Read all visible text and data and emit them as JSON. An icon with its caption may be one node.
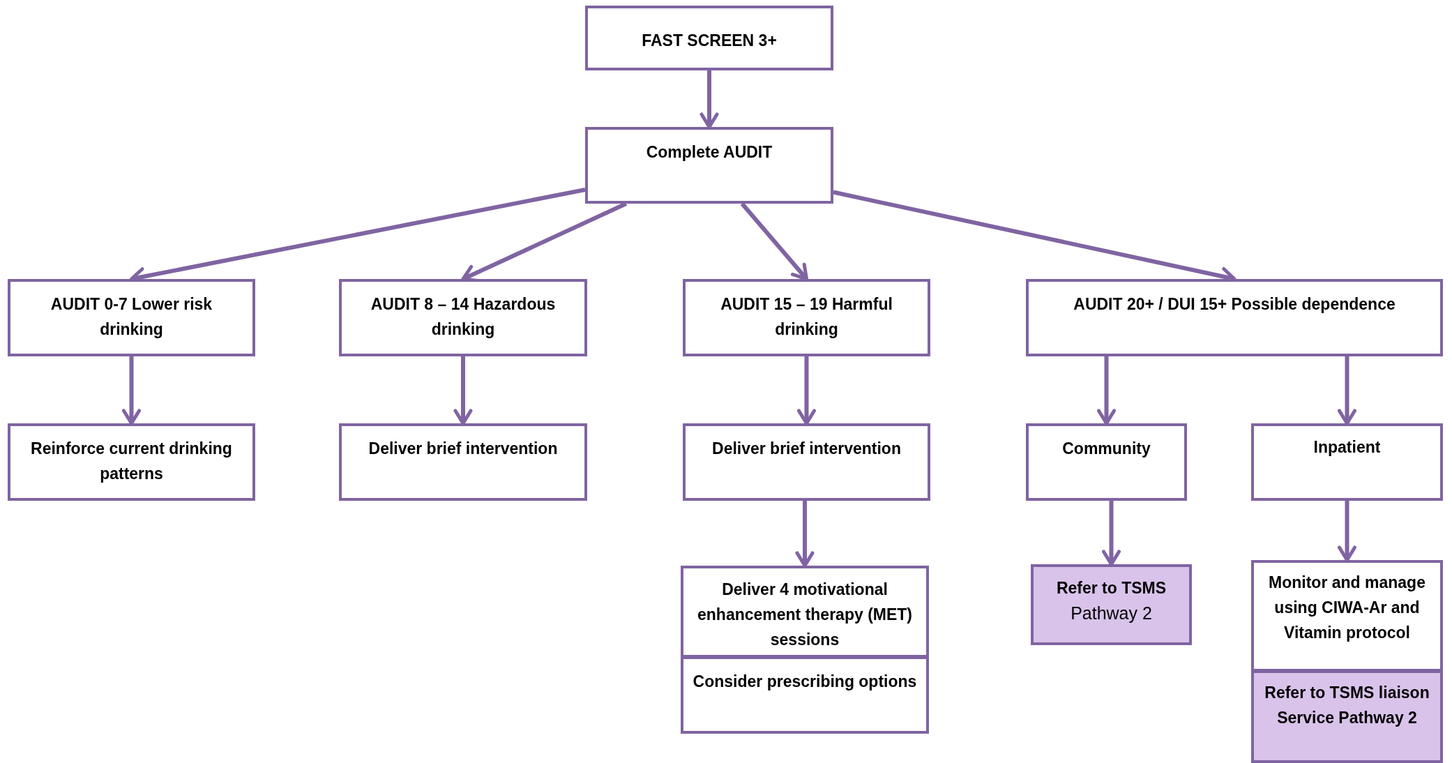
{
  "diagram": {
    "nodes": [
      {
        "text": [
          "FAST SCREEN 3+"
        ]
      },
      {
        "text": [
          "Complete AUDIT"
        ]
      },
      {
        "text": [
          "AUDIT 0-7 Lower risk drinking"
        ]
      },
      {
        "text": [
          "AUDIT 8 – 14 Hazardous drinking"
        ]
      },
      {
        "text": [
          "AUDIT 15 – 19 Harmful drinking"
        ]
      },
      {
        "text": [
          "AUDIT 20+ / DUI 15+ Possible dependence"
        ]
      },
      {
        "text": [
          "Reinforce current drinking patterns"
        ]
      },
      {
        "text": [
          "Deliver brief intervention"
        ]
      },
      {
        "text": [
          "Deliver brief intervention"
        ]
      },
      {
        "text": [
          "Community"
        ]
      },
      {
        "text": [
          "Inpatient"
        ]
      },
      {
        "text": [
          "Deliver 4 motivational enhancement therapy (MET) sessions"
        ]
      },
      {
        "text": [
          "Consider prescribing options"
        ]
      },
      {
        "text": [
          "Refer to TSMS",
          "Pathway 2"
        ]
      },
      {
        "text": [
          "Monitor and manage using CIWA-Ar and Vitamin protocol"
        ]
      },
      {
        "text": [
          "Refer to TSMS liaison Service Pathway 2"
        ]
      }
    ],
    "edges": [
      {
        "from": 0,
        "to": 1,
        "arrow": "to"
      },
      {
        "from": 1,
        "to": 2,
        "arrow": "to"
      },
      {
        "from": 1,
        "to": 3,
        "arrow": "to"
      },
      {
        "from": 1,
        "to": 4,
        "arrow": "to"
      },
      {
        "from": 1,
        "to": 5,
        "arrow": "to"
      },
      {
        "from": 2,
        "to": 6,
        "arrow": "to"
      },
      {
        "from": 3,
        "to": 7,
        "arrow": "to"
      },
      {
        "from": 4,
        "to": 8,
        "arrow": "to"
      },
      {
        "from": 5,
        "to": 9,
        "arrow": "to"
      },
      {
        "from": 5,
        "to": 10,
        "arrow": "to"
      },
      {
        "from": 8,
        "to": 11,
        "arrow": "to"
      },
      {
        "from": 9,
        "to": 13,
        "arrow": "to"
      },
      {
        "from": 10,
        "to": 14,
        "arrow": "to"
      }
    ]
  }
}
